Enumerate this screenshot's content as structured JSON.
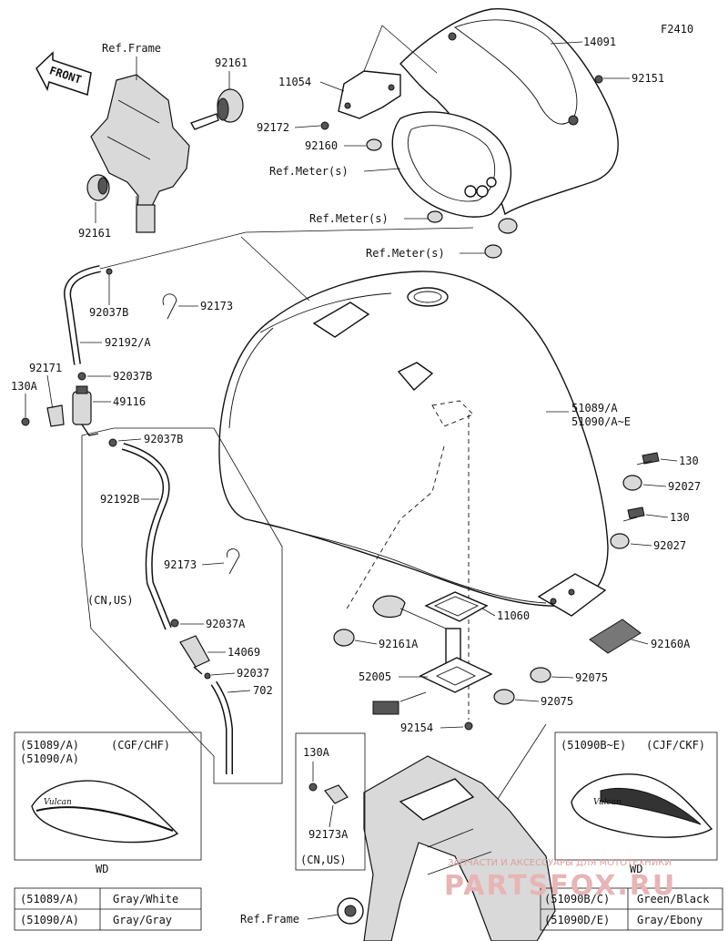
{
  "figure_code": "F2410",
  "front_label": "FRONT",
  "callouts": {
    "ref_frame_top": "Ref.Frame",
    "p92161_top": "92161",
    "p92161_bottom": "92161",
    "p14091": "14091",
    "p11054": "11054",
    "p92151": "92151",
    "p92172": "92172",
    "p92160": "92160",
    "ref_meter_1": "Ref.Meter(s)",
    "ref_meter_2": "Ref.Meter(s)",
    "ref_meter_3": "Ref.Meter(s)",
    "p92037B_1": "92037B",
    "p92173_1": "92173",
    "p92192A": "92192/A",
    "p92171": "92171",
    "p130A_left": "130A",
    "p92037B_2": "92037B",
    "p49116": "49116",
    "p92037B_3": "92037B",
    "p51089A": "51089/A",
    "p51090A": "51090/A~E",
    "p92192B": "92192B",
    "p130_1": "130",
    "p92027_1": "92027",
    "p130_2": "130",
    "p92027_2": "92027",
    "p92173_2": "92173",
    "cn_us_1": "(CN,US)",
    "p92037A": "92037A",
    "p11060": "11060",
    "p14069": "14069",
    "p92161A": "92161A",
    "p92160A": "92160A",
    "p92037": "92037",
    "p702": "702",
    "p52005": "52005",
    "p92075_1": "92075",
    "p92075_2": "92075",
    "p92154": "92154",
    "p130A_box": "130A",
    "p92173A": "92173A",
    "cn_us_2": "(CN,US)",
    "ref_frame_bottom": "Ref.Frame"
  },
  "inset_left": {
    "line1": "(51089/A)",
    "line2": "(51090/A)",
    "codes": "(CGF/CHF)",
    "badge": "Vulcan",
    "caption": "WD"
  },
  "inset_right": {
    "line1": "(51090B~E)",
    "codes": "(CJF/CKF)",
    "badge": "Vulcan",
    "caption": "WD"
  },
  "color_table_left": [
    {
      "part": "(51089/A)",
      "color": "Gray/White"
    },
    {
      "part": "(51090/A)",
      "color": "Gray/Gray"
    }
  ],
  "color_table_right": [
    {
      "part": "(51090B/C)",
      "color": "Green/Black"
    },
    {
      "part": "(51090D/E)",
      "color": "Gray/Ebony"
    }
  ],
  "watermark": {
    "tagline": "ЗАПЧАСТИ И АКСЕССУАРЫ ДЛЯ МОТОТЕХНИКИ",
    "brand": "PARTSFOX.RU",
    "color": "#e8b4b4"
  }
}
